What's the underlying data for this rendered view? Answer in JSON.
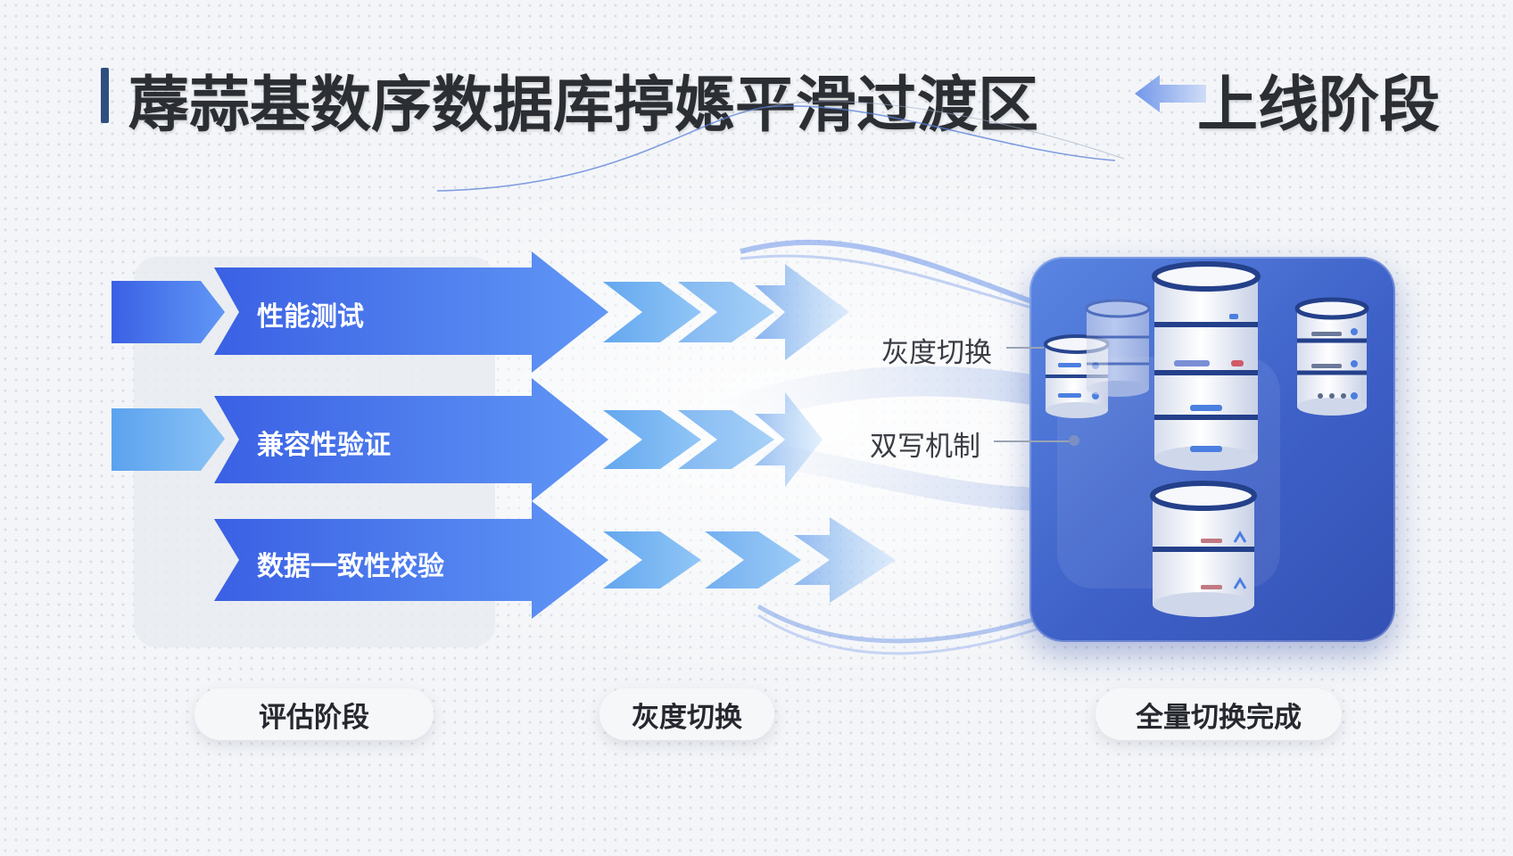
{
  "header": {
    "title": "蓐蒜基数序数据库揨嫕平滑过渡区",
    "stage_title": "上线阶段"
  },
  "tasks": [
    {
      "label": "性能测试"
    },
    {
      "label": "兼容性验证"
    },
    {
      "label": "数据一致性校验"
    }
  ],
  "callouts": {
    "gray_switch": "灰度切换",
    "dual_write": "双写机制"
  },
  "stages": [
    {
      "label": "评估阶段"
    },
    {
      "label": "灰度切换"
    },
    {
      "label": "全量切换完成"
    }
  ],
  "colors": {
    "arrow_start": "#3b63e6",
    "arrow_end": "#5f95f5",
    "chevron": "#6aa8f0",
    "panel": "#4467cc",
    "title": "#2b2e33"
  },
  "icons": [
    "server-stack-icon",
    "database-icon",
    "chevron-arrow-icon",
    "arrow-left-icon"
  ]
}
